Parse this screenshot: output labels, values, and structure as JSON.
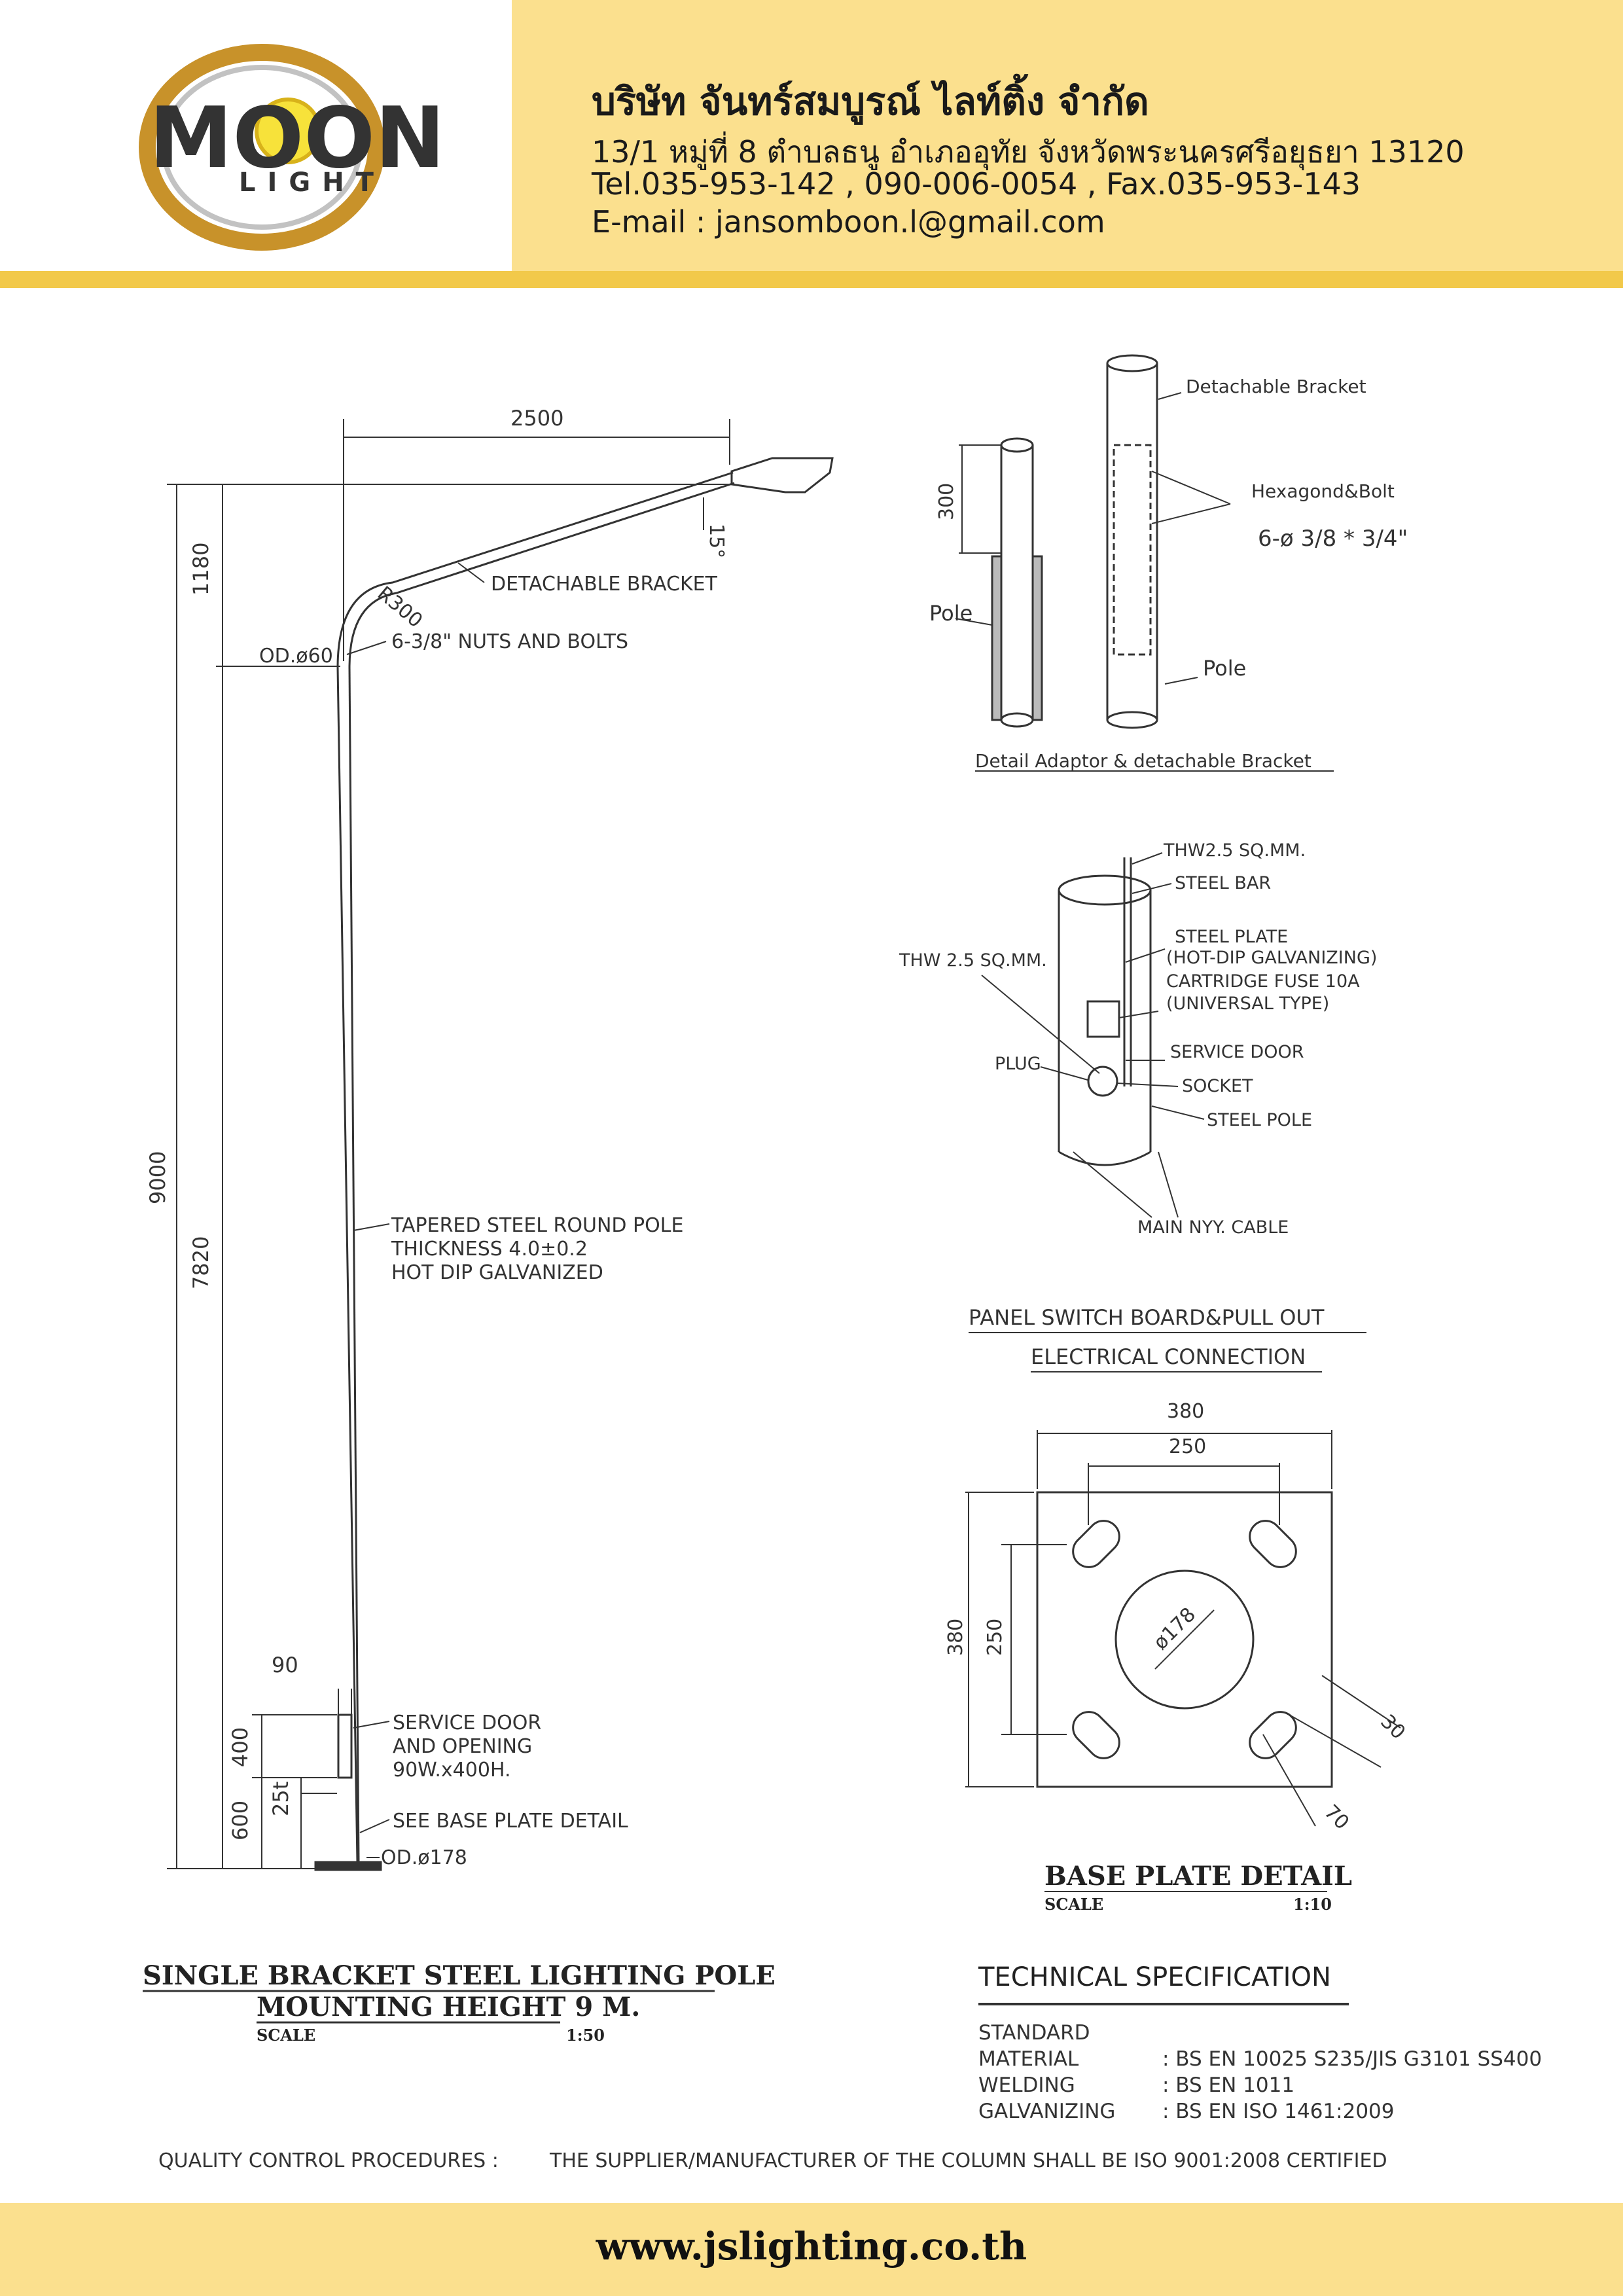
{
  "header": {
    "logo_text": "MOON",
    "logo_sub": "LIGHT",
    "company_name": "บริษัท จันทร์สมบูรณ์ ไลท์ติ้ง จำกัด",
    "address": "13/1 หมู่ที่ 8 ตำบลธนู อำเภออุทัย จังหวัดพระนครศรีอยุธยา 13120",
    "tel": "Tel.035-953-142 , 090-006-0054 , Fax.035-953-143",
    "email": "E-mail : jansomboon.l@gmail.com"
  },
  "pole": {
    "dim_arm_length": "2500",
    "dim_top": "1180",
    "dim_total": "9000",
    "dim_shaft": "7820",
    "dim_door_height": "400",
    "dim_base": "600",
    "dim_door_offset": "25t",
    "dim_door_width": "90",
    "angle": "15°",
    "radius": "R300",
    "od_top": "OD.ø60",
    "od_base": "OD.ø178",
    "label_bracket": "DETACHABLE BRACKET",
    "label_nuts": "6-3/8\" NUTS AND BOLTS",
    "label_pole_1": "TAPERED STEEL ROUND POLE",
    "label_pole_2": "THICKNESS 4.0±0.2",
    "label_pole_3": "HOT DIP GALVANIZED",
    "label_door_1": "SERVICE DOOR",
    "label_door_2": "AND OPENING",
    "label_door_3": "90W.x400H.",
    "label_base": "SEE BASE PLATE DETAIL",
    "title_1": "SINGLE BRACKET STEEL LIGHTING POLE",
    "title_2": "MOUNTING HEIGHT 9 M.",
    "scale_label": "SCALE",
    "scale_value": "1:50"
  },
  "adaptor": {
    "label_bracket": "Detachable Bracket",
    "label_bolt": "Hexagond&Bolt",
    "bolt_spec": "6-ø 3/8 * 3/4\"",
    "dim_300": "300",
    "label_pole_left": "Pole",
    "label_pole_right": "Pole",
    "caption": "Detail Adaptor & detachable Bracket"
  },
  "panel": {
    "thw_top": "THW2.5 SQ.MM.",
    "steel_bar": "STEEL BAR",
    "steel_plate": "STEEL PLATE",
    "hot_dip": "(HOT-DIP GALVANIZING)",
    "fuse": "CARTRIDGE FUSE 10A",
    "universal": "(UNIVERSAL TYPE)",
    "thw_left": "THW 2.5 SQ.MM.",
    "service_door": "SERVICE DOOR",
    "plug": "PLUG",
    "socket": "SOCKET",
    "steel_pole": "STEEL POLE",
    "cable": "MAIN NYY. CABLE",
    "title_1": "PANEL SWITCH BOARD&PULL OUT",
    "title_2": "ELECTRICAL CONNECTION"
  },
  "base_plate": {
    "dim_380_top": "380",
    "dim_250_top": "250",
    "dim_380_left": "380",
    "dim_250_left": "250",
    "dia": "ø178",
    "dim_30": "30",
    "dim_70": "70",
    "title": "BASE PLATE DETAIL",
    "scale_label": "SCALE",
    "scale_value": "1:10"
  },
  "spec": {
    "title": "TECHNICAL SPECIFICATION",
    "rows": [
      {
        "label": "STANDARD",
        "value": ""
      },
      {
        "label": "MATERIAL",
        "value": ": BS EN 10025 S235/JIS G3101 SS400"
      },
      {
        "label": "WELDING",
        "value": ": BS EN 1011"
      },
      {
        "label": "GALVANIZING",
        "value": ": BS EN ISO 1461:2009"
      }
    ]
  },
  "quality": {
    "label": "QUALITY CONTROL PROCEDURES :",
    "text": "THE SUPPLIER/MANUFACTURER OF THE COLUMN SHALL BE ISO 9001:2008 CERTIFIED"
  },
  "footer": {
    "website": "www.jslighting.co.th"
  },
  "colors": {
    "header_yellow": "#fbe08e",
    "stripe_gold": "#f2c94a",
    "logo_gold": "#c8922a"
  }
}
